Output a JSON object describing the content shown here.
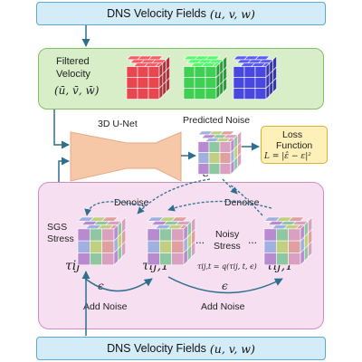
{
  "top_input": {
    "label": "DNS Velocity Fields",
    "math": "(u, v, w)"
  },
  "bottom_input": {
    "label": "DNS Velocity Fields",
    "math": "(u, v, w)"
  },
  "filtered": {
    "label_line1": "Filtered",
    "label_line2": "Velocity",
    "math": "(ū, v̄, w̄)"
  },
  "unet": {
    "label": "3D U-Net"
  },
  "predicted": {
    "label": "Predicted Noise",
    "symbol": "ε̂"
  },
  "loss": {
    "line1": "Loss",
    "line2": "Function",
    "formula": "L = |ε̂ − ε|²"
  },
  "sgs": {
    "line1": "SGS",
    "line2": "Stress"
  },
  "noisy": {
    "line1": "Noisy",
    "line2": "Stress"
  },
  "denoise_left": "Denoise",
  "denoise_right": "Denoise",
  "tau0": "τij",
  "tau1": "τij,1",
  "tauT": "τij,T",
  "dots_left": "...",
  "dots_right": "...",
  "noise_formula": "τij,t = q(τij, t, ϵ)",
  "epsilon_left": "ϵ",
  "epsilon_right": "ϵ",
  "add_noise_left": "Add Noise",
  "add_noise_right": "Add Noise",
  "colors": {
    "red": "#e8474f",
    "green": "#3fcf52",
    "blue": "#4848e0",
    "unet": "#f6c8a8",
    "arrow": "#2e6f8e"
  }
}
